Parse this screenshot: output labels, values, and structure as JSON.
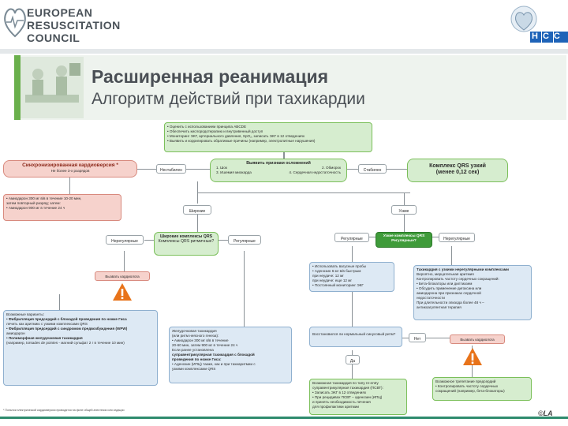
{
  "org": {
    "lines": [
      "EUROPEAN",
      "RESUSCITATION",
      "COUNCIL"
    ]
  },
  "partner_logo_text": "НСС",
  "title": "Расширенная реанимация",
  "subtitle": "Алгоритм действий при тахикардии",
  "assess_box": {
    "lines": [
      "• Оценить с использованием принципа ABCDE",
      "• Обеспечить кислородотерапию и внутривенный доступ",
      "• Мониторинг ЭКГ, артериального давления, SpO₂, записать ЭКГ в 12 отведениях",
      "• Выявить и корригировать обратимые причины (например, электролитные нарушения)"
    ]
  },
  "sync_box": {
    "title": "Синхронизированная кардиоверсия *",
    "sub": "Не более 3-х разрядов"
  },
  "unstable_label": "Нестабилен",
  "adverse_box": {
    "title": "Выявить признаки осложнений",
    "items": [
      "1. Шок",
      "2. Обморок",
      "3. Ишемия миокарда",
      "4. Сердечная недостаточность"
    ]
  },
  "stable_label": "Стабилен",
  "qrs_narrow_box": {
    "title": "Комплекс QRS узкий",
    "sub": "(менее 0,12 сек)"
  },
  "amiodarone_box": {
    "lines": [
      "• Амиодарон 300 мг в/в в течение 10-20 мин,",
      "  затем повторный разряд; затем:",
      "• Амиодарон 900 мг в течение 24 ч"
    ]
  },
  "wide_label": "Широкие",
  "narrow_label": "Узкие",
  "wide_regular_box": {
    "title": "Широкие комплексы QRS",
    "sub": "Комплексы QRS ритмичные?"
  },
  "irregular_left": "Нерегулярные",
  "regular_left": "Регулярные",
  "narrow_regular_box": {
    "title": "Узкие комплексы QRS",
    "sub": "Регулярные?"
  },
  "regular_right": "Регулярные",
  "irregular_right": "Нерегулярные",
  "expert_left": "Вызвать кардиолога",
  "expert_right": "Вызвать кардиолога",
  "vagal_box": {
    "lines": [
      "• Использовать вагусные пробы",
      "• Аденозин 6 мг в/в быстрым",
      "  при неудаче: 12 мг",
      "  при неудаче: еще 12 мг",
      "• Постоянный мониторинг ЭКГ"
    ]
  },
  "irregular_narrow_box": {
    "title": "Тахикардия с узкими нерегулярными комплексами",
    "lines": [
      "Вероятно, мерцательная аритмия",
      "Контролировать частоту сердечных сокращений:",
      "• Бета-блокаторы или дилтиазем",
      "• Обсудить применение дигоксина или",
      "  амиодарона при признаках сердечной",
      "  недостаточности",
      "При длительности эпизода более 48 ч –",
      "антикоагулянтная терапия"
    ]
  },
  "sinus_q_box": {
    "text": "Восстановился ли нормальный синусовый ритм?"
  },
  "no_label": "Нет",
  "yes_label": "Да",
  "possibilities_box": {
    "title": "Возможные варианты:",
    "lines": [
      "• Фибрилляция предсердий с блокадой проведения по ножке Гиса",
      "  лечить как аритмию с узкими комплексами QRS",
      "• Фибрилляция предсердий с синдромом предвозбуждения (WPW)",
      "  амиодарон",
      "• Полиморфная желудочковая тахикардия",
      "  (например, torsades de pointes - магний сульфат 2 г в течение 10 мин)"
    ]
  },
  "vt_box": {
    "lines": [
      "Желудочковая тахикардия",
      "(или ритм неясного генеза):",
      "• Амиодарон 300 мг в/в в течение",
      "  20-60 мин, затем 900 мг в течение 24 ч",
      "Если ранее установлена",
      "суправентрикулярная тахикардия с блокадой",
      "проведения по ножке Гиса:",
      "• Аденозин (ИПЦ) также, как и при тахиаритмии с",
      "  узкими комплексами QRS"
    ]
  },
  "reentry_box": {
    "lines": [
      "Возможная тахикардия по типу re-entry",
      "суправентрикулярная тахикардия (ПСВТ):",
      "• Записать ЭКГ в 12 отведениях",
      "• При рецидивах ПСВТ – аденозин (ИПЦ)",
      "  и принять необходимость лечения",
      "  для профилактики аритмии"
    ]
  },
  "flutter_box": {
    "lines": [
      "Возможное трепетание предсердий",
      "• Контролировать частоту сердечных",
      "  сокращений (например, бета-блокаторы)"
    ]
  },
  "footer_note": "* Попытки электрической кардиоверсии проводятся на фоне общей анестезии или седации",
  "footer_logo": "©LA",
  "colors": {
    "green_dark": "#3f9b3a",
    "green_light": "#d6edcf",
    "red_light": "#f6d2cc",
    "blue_light": "#dde9f4",
    "footer_rule": "#2f8b6e"
  }
}
